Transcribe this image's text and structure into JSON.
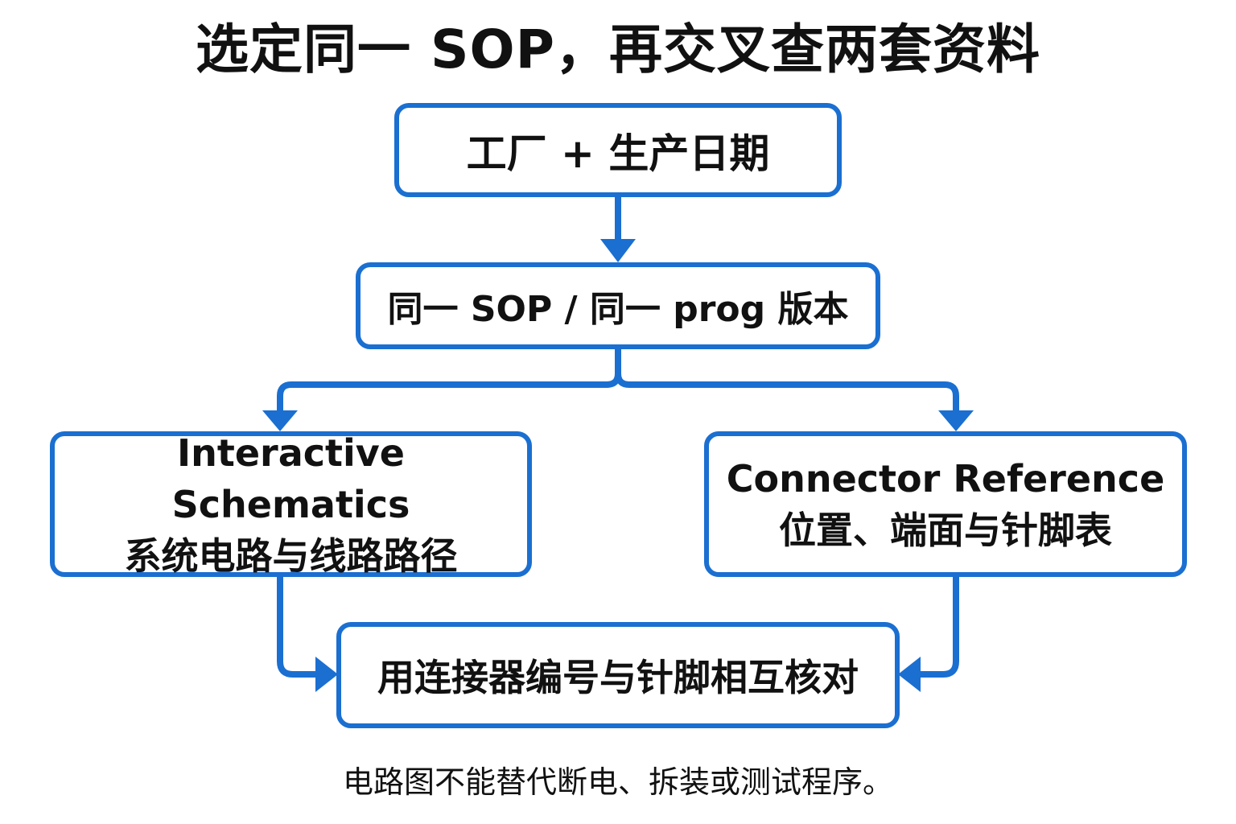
{
  "title": "选定同一 SOP，再交叉查两套资料",
  "nodes": {
    "factory_date": "工厂 + 生产日期",
    "same_version": "同一 SOP / 同一 prog 版本",
    "schematics": {
      "title": "Interactive Schematics",
      "subtitle": "系统电路与线路路径"
    },
    "connector_ref": {
      "title": "Connector Reference",
      "subtitle": "位置、端面与针脚表"
    },
    "cross_check": "用连接器编号与针脚相互核对"
  },
  "footer": "电路图不能替代断电、拆装或测试程序。",
  "colors": {
    "accent": "#1a6fd1",
    "text": "#111111",
    "background": "#ffffff"
  }
}
